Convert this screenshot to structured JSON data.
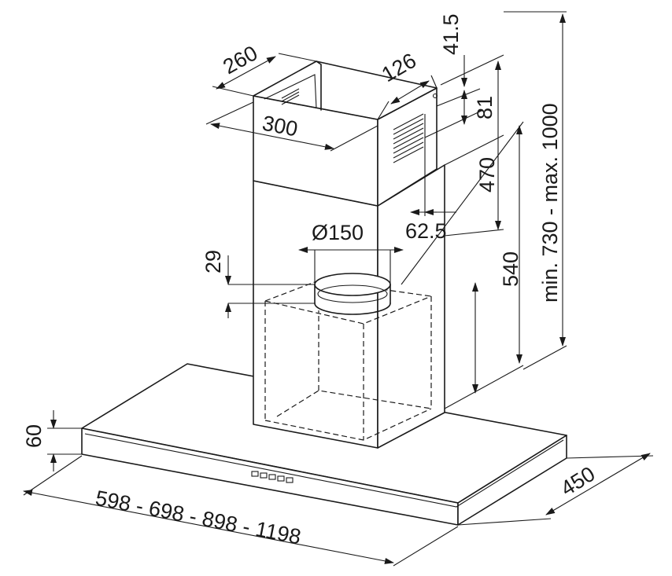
{
  "labels": {
    "depth_outer": "260",
    "width_chimney": "300",
    "chimney_side": "126",
    "top_offset": "41.5",
    "vent_height": "81",
    "upper_chimney": "470",
    "vent_offset": "62.5",
    "duct_diameter": "Ø150",
    "collar": "29",
    "lower_chimney": "540",
    "total_height": "min. 730 - max. 1000",
    "canopy_height": "60",
    "canopy_depth": "450",
    "canopy_widths": "598 - 698 - 898 - 1198"
  },
  "marks": {
    "black": "#1a1a1a",
    "white": "#ffffff"
  }
}
